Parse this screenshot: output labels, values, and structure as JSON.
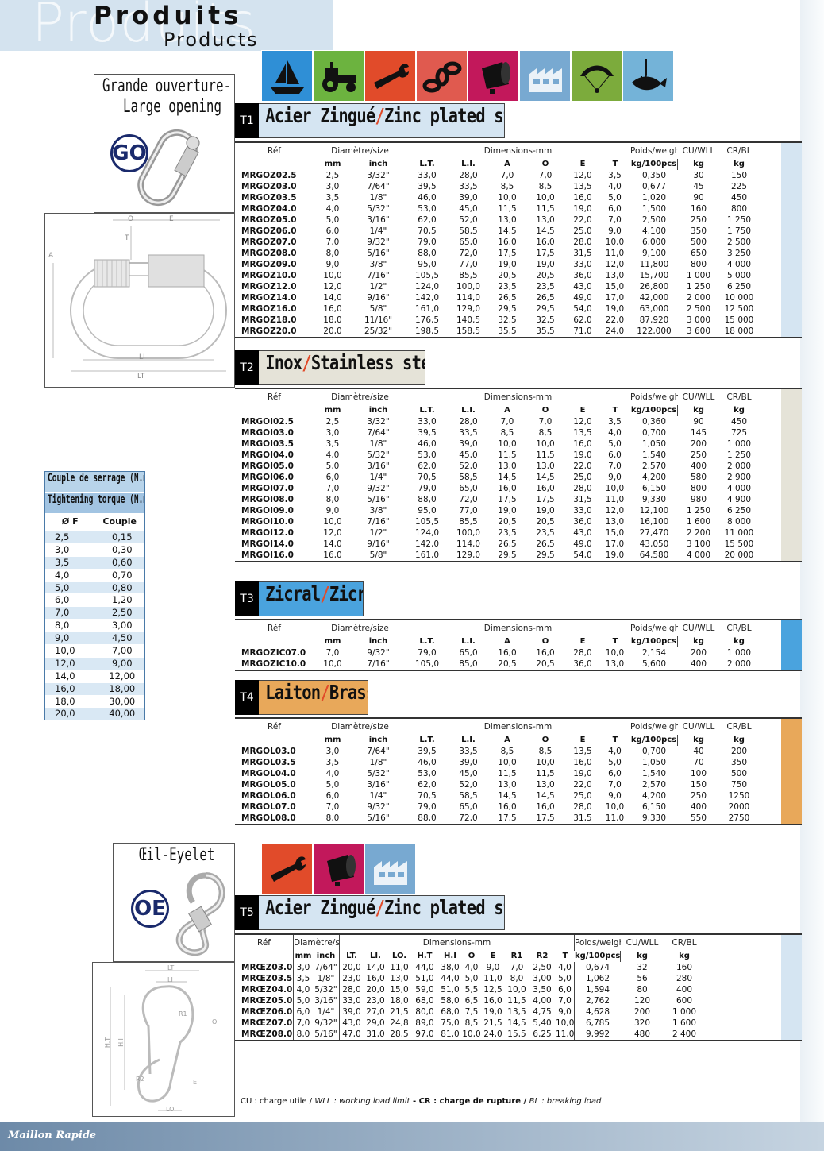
{
  "header": {
    "ghost": "Produits",
    "fr": "Produits",
    "en": "Products"
  },
  "footer_logo": "Maillon Rapide",
  "go": {
    "fr": "Grande ouverture-",
    "en": "Large opening",
    "badge": "GO"
  },
  "oe": {
    "fr": "Œil-",
    "en": "Eyelet",
    "badge": "OE"
  },
  "drawing_labels": {
    "o": "O",
    "e": "E",
    "t": "T",
    "a": "A",
    "li": "LI",
    "lt": "LT"
  },
  "drawing2_labels": {
    "lt": "LT",
    "li": "LI",
    "lo": "LO",
    "ht": "H.T",
    "hi": "H.I",
    "r1": "R1",
    "r2": "R2",
    "e": "E",
    "o": "O"
  },
  "torque": {
    "title_fr": "Couple de serrage (N.m)",
    "title_en": "Tightening torque (N.m)",
    "col1": "Ø F",
    "col2": "Couple",
    "rows": [
      [
        "2,5",
        "0,15"
      ],
      [
        "3,0",
        "0,30"
      ],
      [
        "3,5",
        "0,60"
      ],
      [
        "4,0",
        "0,70"
      ],
      [
        "5,0",
        "0,80"
      ],
      [
        "6,0",
        "1,20"
      ],
      [
        "7,0",
        "2,50"
      ],
      [
        "8,0",
        "3,00"
      ],
      [
        "9,0",
        "4,50"
      ],
      [
        "10,0",
        "7,00"
      ],
      [
        "12,0",
        "9,00"
      ],
      [
        "14,0",
        "12,00"
      ],
      [
        "16,0",
        "18,00"
      ],
      [
        "18,0",
        "30,00"
      ],
      [
        "20,0",
        "40,00"
      ]
    ]
  },
  "icons1": [
    "boat-icon",
    "tractor-icon",
    "wrench-icon",
    "chain-icon",
    "spotlight-icon",
    "factory-icon",
    "paraglider-icon",
    "fishing-icon"
  ],
  "icons2": [
    "wrench-icon",
    "spotlight-icon",
    "factory-icon"
  ],
  "colors": {
    "boat": "#2f8fd6",
    "tractor": "#6cb33f",
    "wrench": "#e14b2a",
    "chain": "#e05a4f",
    "spotlight": "#c2185b",
    "factory": "#78a9d1",
    "paraglider": "#7cab3c",
    "fishing": "#74b3d8",
    "t1": "#d5e5f2",
    "t2": "#e5e3d8",
    "t3": "#4aa3de",
    "t4": "#e8a85a"
  },
  "head_std": {
    "ref": "Réf",
    "diam": "Diamètre/size",
    "dims": "Dimensions-mm",
    "poids": "Poids/weight",
    "cu": "CU/WLL",
    "cr": "CR/BL",
    "sub": [
      "mm",
      "inch",
      "L.T.",
      "L.I.",
      "A",
      "O",
      "E",
      "T",
      "kg/100pcs",
      "kg",
      "kg"
    ]
  },
  "head_t5": {
    "ref": "Réf",
    "diam": "Diamètre/size",
    "dims": "Dimensions-mm",
    "poids": "Poids/weight",
    "cu": "CU/WLL",
    "cr": "CR/BL",
    "sub": [
      "mm",
      "inch",
      "LT.",
      "LI.",
      "LO.",
      "H.T",
      "H.I",
      "O",
      "E",
      "R1",
      "R2",
      "T",
      "kg/100pcs",
      "kg",
      "kg"
    ]
  },
  "sections": [
    {
      "num": "T1",
      "title_a": "Acier Zingué",
      "sep": "/",
      "title_b": "Zinc plated steel",
      "rows": [
        [
          "MRGOZ02.5",
          "2,5",
          "3/32\"",
          "33,0",
          "28,0",
          "7,0",
          "7,0",
          "12,0",
          "3,5",
          "0,350",
          "30",
          "150"
        ],
        [
          "MRGOZ03.0",
          "3,0",
          "7/64\"",
          "39,5",
          "33,5",
          "8,5",
          "8,5",
          "13,5",
          "4,0",
          "0,677",
          "45",
          "225"
        ],
        [
          "MRGOZ03.5",
          "3,5",
          "1/8\"",
          "46,0",
          "39,0",
          "10,0",
          "10,0",
          "16,0",
          "5,0",
          "1,020",
          "90",
          "450"
        ],
        [
          "MRGOZ04.0",
          "4,0",
          "5/32\"",
          "53,0",
          "45,0",
          "11,5",
          "11,5",
          "19,0",
          "6,0",
          "1,500",
          "160",
          "800"
        ],
        [
          "MRGOZ05.0",
          "5,0",
          "3/16\"",
          "62,0",
          "52,0",
          "13,0",
          "13,0",
          "22,0",
          "7,0",
          "2,500",
          "250",
          "1 250"
        ],
        [
          "MRGOZ06.0",
          "6,0",
          "1/4\"",
          "70,5",
          "58,5",
          "14,5",
          "14,5",
          "25,0",
          "9,0",
          "4,100",
          "350",
          "1 750"
        ],
        [
          "MRGOZ07.0",
          "7,0",
          "9/32\"",
          "79,0",
          "65,0",
          "16,0",
          "16,0",
          "28,0",
          "10,0",
          "6,000",
          "500",
          "2 500"
        ],
        [
          "MRGOZ08.0",
          "8,0",
          "5/16\"",
          "88,0",
          "72,0",
          "17,5",
          "17,5",
          "31,5",
          "11,0",
          "9,100",
          "650",
          "3 250"
        ],
        [
          "MRGOZ09.0",
          "9,0",
          "3/8\"",
          "95,0",
          "77,0",
          "19,0",
          "19,0",
          "33,0",
          "12,0",
          "11,800",
          "800",
          "4 000"
        ],
        [
          "MRGOZ10.0",
          "10,0",
          "7/16\"",
          "105,5",
          "85,5",
          "20,5",
          "20,5",
          "36,0",
          "13,0",
          "15,700",
          "1 000",
          "5 000"
        ],
        [
          "MRGOZ12.0",
          "12,0",
          "1/2\"",
          "124,0",
          "100,0",
          "23,5",
          "23,5",
          "43,0",
          "15,0",
          "26,800",
          "1 250",
          "6 250"
        ],
        [
          "MRGOZ14.0",
          "14,0",
          "9/16\"",
          "142,0",
          "114,0",
          "26,5",
          "26,5",
          "49,0",
          "17,0",
          "42,000",
          "2 000",
          "10 000"
        ],
        [
          "MRGOZ16.0",
          "16,0",
          "5/8\"",
          "161,0",
          "129,0",
          "29,5",
          "29,5",
          "54,0",
          "19,0",
          "63,000",
          "2 500",
          "12 500"
        ],
        [
          "MRGOZ18.0",
          "18,0",
          "11/16\"",
          "176,5",
          "140,5",
          "32,5",
          "32,5",
          "62,0",
          "22,0",
          "87,920",
          "3 000",
          "15 000"
        ],
        [
          "MRGOZ20.0",
          "20,0",
          "25/32\"",
          "198,5",
          "158,5",
          "35,5",
          "35,5",
          "71,0",
          "24,0",
          "122,000",
          "3 600",
          "18 000"
        ]
      ]
    },
    {
      "num": "T2",
      "title_a": "Inox",
      "sep": "/",
      "title_b": "Stainless steel",
      "rows": [
        [
          "MRGOI02.5",
          "2,5",
          "3/32\"",
          "33,0",
          "28,0",
          "7,0",
          "7,0",
          "12,0",
          "3,5",
          "0,360",
          "90",
          "450"
        ],
        [
          "MRGOI03.0",
          "3,0",
          "7/64\"",
          "39,5",
          "33,5",
          "8,5",
          "8,5",
          "13,5",
          "4,0",
          "0,700",
          "145",
          "725"
        ],
        [
          "MRGOI03.5",
          "3,5",
          "1/8\"",
          "46,0",
          "39,0",
          "10,0",
          "10,0",
          "16,0",
          "5,0",
          "1,050",
          "200",
          "1 000"
        ],
        [
          "MRGOI04.0",
          "4,0",
          "5/32\"",
          "53,0",
          "45,0",
          "11,5",
          "11,5",
          "19,0",
          "6,0",
          "1,540",
          "250",
          "1 250"
        ],
        [
          "MRGOI05.0",
          "5,0",
          "3/16\"",
          "62,0",
          "52,0",
          "13,0",
          "13,0",
          "22,0",
          "7,0",
          "2,570",
          "400",
          "2 000"
        ],
        [
          "MRGOI06.0",
          "6,0",
          "1/4\"",
          "70,5",
          "58,5",
          "14,5",
          "14,5",
          "25,0",
          "9,0",
          "4,200",
          "580",
          "2 900"
        ],
        [
          "MRGOI07.0",
          "7,0",
          "9/32\"",
          "79,0",
          "65,0",
          "16,0",
          "16,0",
          "28,0",
          "10,0",
          "6,150",
          "800",
          "4 000"
        ],
        [
          "MRGOI08.0",
          "8,0",
          "5/16\"",
          "88,0",
          "72,0",
          "17,5",
          "17,5",
          "31,5",
          "11,0",
          "9,330",
          "980",
          "4 900"
        ],
        [
          "MRGOI09.0",
          "9,0",
          "3/8\"",
          "95,0",
          "77,0",
          "19,0",
          "19,0",
          "33,0",
          "12,0",
          "12,100",
          "1 250",
          "6 250"
        ],
        [
          "MRGOI10.0",
          "10,0",
          "7/16\"",
          "105,5",
          "85,5",
          "20,5",
          "20,5",
          "36,0",
          "13,0",
          "16,100",
          "1 600",
          "8 000"
        ],
        [
          "MRGOI12.0",
          "12,0",
          "1/2\"",
          "124,0",
          "100,0",
          "23,5",
          "23,5",
          "43,0",
          "15,0",
          "27,470",
          "2 200",
          "11 000"
        ],
        [
          "MRGOI14.0",
          "14,0",
          "9/16\"",
          "142,0",
          "114,0",
          "26,5",
          "26,5",
          "49,0",
          "17,0",
          "43,050",
          "3 100",
          "15 500"
        ],
        [
          "MRGOI16.0",
          "16,0",
          "5/8\"",
          "161,0",
          "129,0",
          "29,5",
          "29,5",
          "54,0",
          "19,0",
          "64,580",
          "4 000",
          "20 000"
        ]
      ]
    },
    {
      "num": "T3",
      "title_a": "Zicral",
      "sep": "/",
      "title_b": "Zicral",
      "rows": [
        [
          "MRGOZIC07.0",
          "7,0",
          "9/32\"",
          "79,0",
          "65,0",
          "16,0",
          "16,0",
          "28,0",
          "10,0",
          "2,154",
          "200",
          "1 000"
        ],
        [
          "MRGOZIC10.0",
          "10,0",
          "7/16\"",
          "105,0",
          "85,0",
          "20,5",
          "20,5",
          "36,0",
          "13,0",
          "5,600",
          "400",
          "2 000"
        ]
      ]
    },
    {
      "num": "T4",
      "title_a": "Laiton",
      "sep": "/",
      "title_b": "Brass",
      "rows": [
        [
          "MRGOL03.0",
          "3,0",
          "7/64\"",
          "39,5",
          "33,5",
          "8,5",
          "8,5",
          "13,5",
          "4,0",
          "0,700",
          "40",
          "200"
        ],
        [
          "MRGOL03.5",
          "3,5",
          "1/8\"",
          "46,0",
          "39,0",
          "10,0",
          "10,0",
          "16,0",
          "5,0",
          "1,050",
          "70",
          "350"
        ],
        [
          "MRGOL04.0",
          "4,0",
          "5/32\"",
          "53,0",
          "45,0",
          "11,5",
          "11,5",
          "19,0",
          "6,0",
          "1,540",
          "100",
          "500"
        ],
        [
          "MRGOL05.0",
          "5,0",
          "3/16\"",
          "62,0",
          "52,0",
          "13,0",
          "13,0",
          "22,0",
          "7,0",
          "2,570",
          "150",
          "750"
        ],
        [
          "MRGOL06.0",
          "6,0",
          "1/4\"",
          "70,5",
          "58,5",
          "14,5",
          "14,5",
          "25,0",
          "9,0",
          "4,200",
          "250",
          "1250"
        ],
        [
          "MRGOL07.0",
          "7,0",
          "9/32\"",
          "79,0",
          "65,0",
          "16,0",
          "16,0",
          "28,0",
          "10,0",
          "6,150",
          "400",
          "2000"
        ],
        [
          "MRGOL08.0",
          "8,0",
          "5/16\"",
          "88,0",
          "72,0",
          "17,5",
          "17,5",
          "31,5",
          "11,0",
          "9,330",
          "550",
          "2750"
        ]
      ]
    },
    {
      "num": "T5",
      "title_a": "Acier Zingué",
      "sep": "/",
      "title_b": "Zinc plated steel",
      "rows": [
        [
          "MRŒZ03.0",
          "3,0",
          "7/64\"",
          "20,0",
          "14,0",
          "11,0",
          "44,0",
          "38,0",
          "4,0",
          "9,0",
          "7,0",
          "2,50",
          "4,0",
          "0,674",
          "32",
          "160"
        ],
        [
          "MRŒZ03.5",
          "3,5",
          "1/8\"",
          "23,0",
          "16,0",
          "13,0",
          "51,0",
          "44,0",
          "5,0",
          "11,0",
          "8,0",
          "3,00",
          "5,0",
          "1,062",
          "56",
          "280"
        ],
        [
          "MRŒZ04.0",
          "4,0",
          "5/32\"",
          "28,0",
          "20,0",
          "15,0",
          "59,0",
          "51,0",
          "5,5",
          "12,5",
          "10,0",
          "3,50",
          "6,0",
          "1,594",
          "80",
          "400"
        ],
        [
          "MRŒZ05.0",
          "5,0",
          "3/16\"",
          "33,0",
          "23,0",
          "18,0",
          "68,0",
          "58,0",
          "6,5",
          "16,0",
          "11,5",
          "4,00",
          "7,0",
          "2,762",
          "120",
          "600"
        ],
        [
          "MRŒZ06.0",
          "6,0",
          "1/4\"",
          "39,0",
          "27,0",
          "21,5",
          "80,0",
          "68,0",
          "7,5",
          "19,0",
          "13,5",
          "4,75",
          "9,0",
          "4,628",
          "200",
          "1 000"
        ],
        [
          "MRŒZ07.0",
          "7,0",
          "9/32\"",
          "43,0",
          "29,0",
          "24,8",
          "89,0",
          "75,0",
          "8,5",
          "21,5",
          "14,5",
          "5,40",
          "10,0",
          "6,785",
          "320",
          "1 600"
        ],
        [
          "MRŒZ08.0",
          "8,0",
          "5/16\"",
          "47,0",
          "31,0",
          "28,5",
          "97,0",
          "81,0",
          "10,0",
          "24,0",
          "15,5",
          "6,25",
          "11,0",
          "9,992",
          "480",
          "2 400"
        ]
      ]
    }
  ],
  "note": {
    "a": "CU : charge utile / ",
    "b": "WLL : working load limit",
    "c": " - CR : charge de rupture / ",
    "d": "BL : breaking load"
  }
}
